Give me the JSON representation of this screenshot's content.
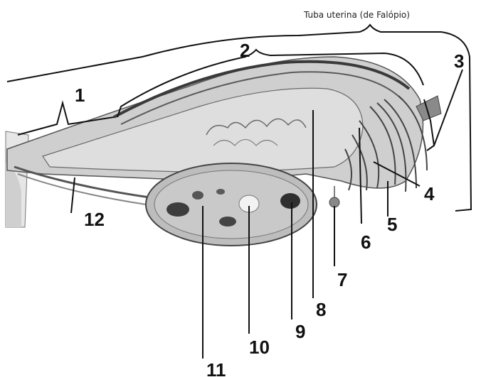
{
  "diagram": {
    "title": "Tuba uterina (de Falópio)",
    "labels": [
      "1",
      "2",
      "3",
      "4",
      "5",
      "6",
      "7",
      "8",
      "9",
      "10",
      "11",
      "12"
    ]
  },
  "colors": {
    "tissue_light": "#d6d6d6",
    "tissue_mid": "#a9a9a9",
    "tissue_dark": "#4a4a4a",
    "ink": "#111111"
  }
}
